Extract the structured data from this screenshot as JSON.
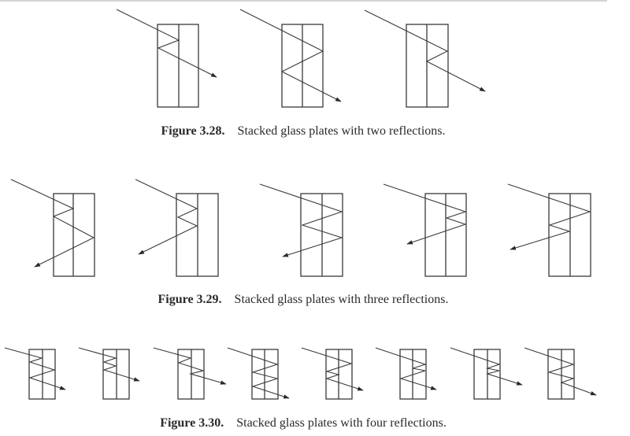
{
  "figures": [
    {
      "number": "Figure 3.28.",
      "title": "Stacked glass plates with two reflections.",
      "reflections": 2,
      "panels": [
        {
          "id": "3.28a",
          "reflections": 2,
          "exit": "right"
        },
        {
          "id": "3.28b",
          "reflections": 2,
          "exit": "right"
        },
        {
          "id": "3.28c",
          "reflections": 2,
          "exit": "right"
        }
      ]
    },
    {
      "number": "Figure 3.29.",
      "title": "Stacked glass plates with three reflections.",
      "reflections": 3,
      "panels": [
        {
          "id": "3.29a",
          "reflections": 3,
          "exit": "left"
        },
        {
          "id": "3.29b",
          "reflections": 3,
          "exit": "left"
        },
        {
          "id": "3.29c",
          "reflections": 3,
          "exit": "left"
        },
        {
          "id": "3.29d",
          "reflections": 3,
          "exit": "left"
        },
        {
          "id": "3.29e",
          "reflections": 3,
          "exit": "left"
        }
      ]
    },
    {
      "number": "Figure 3.30.",
      "title": "Stacked glass plates with four reflections.",
      "reflections": 4,
      "panels": [
        {
          "id": "3.30a",
          "reflections": 4,
          "exit": "right"
        },
        {
          "id": "3.30b",
          "reflections": 4,
          "exit": "right"
        },
        {
          "id": "3.30c",
          "reflections": 4,
          "exit": "right"
        },
        {
          "id": "3.30d",
          "reflections": 4,
          "exit": "right"
        },
        {
          "id": "3.30e",
          "reflections": 4,
          "exit": "right"
        },
        {
          "id": "3.30f",
          "reflections": 4,
          "exit": "right"
        },
        {
          "id": "3.30g",
          "reflections": 4,
          "exit": "right"
        },
        {
          "id": "3.30h",
          "reflections": 4,
          "exit": "right"
        }
      ]
    }
  ],
  "colors": {
    "line": "#3a3a3a",
    "text": "#2a2a2a",
    "background": "#ffffff"
  }
}
